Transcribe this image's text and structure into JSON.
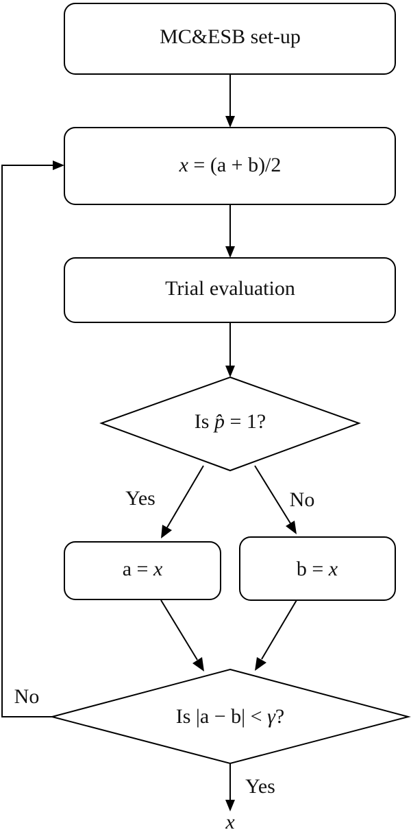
{
  "nodes": {
    "setup": {
      "label": "MC&ESB set-up"
    },
    "midpoint": {
      "parts": [
        {
          "text": "x",
          "italic": true
        },
        {
          "text": " = (a + b)/2",
          "italic": false
        }
      ]
    },
    "trial": {
      "label": "Trial evaluation"
    },
    "decision_p": {
      "parts": [
        {
          "text": "Is ",
          "italic": false
        },
        {
          "text": "p̂",
          "italic": true
        },
        {
          "text": " = 1?",
          "italic": false
        }
      ]
    },
    "assign_a": {
      "parts": [
        {
          "text": "a = ",
          "italic": false
        },
        {
          "text": "x",
          "italic": true
        }
      ]
    },
    "assign_b": {
      "parts": [
        {
          "text": "b = ",
          "italic": false
        },
        {
          "text": "x",
          "italic": true
        }
      ]
    },
    "decision_gap": {
      "parts": [
        {
          "text": "Is |a − b| < ",
          "italic": false
        },
        {
          "text": "γ",
          "italic": true
        },
        {
          "text": "?",
          "italic": false
        }
      ]
    },
    "output": {
      "parts": [
        {
          "text": "x",
          "italic": true
        }
      ]
    }
  },
  "edges": {
    "p_yes_label": "Yes",
    "p_no_label": "No",
    "gap_no_label": "No",
    "gap_yes_label": "Yes"
  },
  "colors": {
    "stroke": "#000000",
    "text": "#111111",
    "background": "#ffffff"
  }
}
